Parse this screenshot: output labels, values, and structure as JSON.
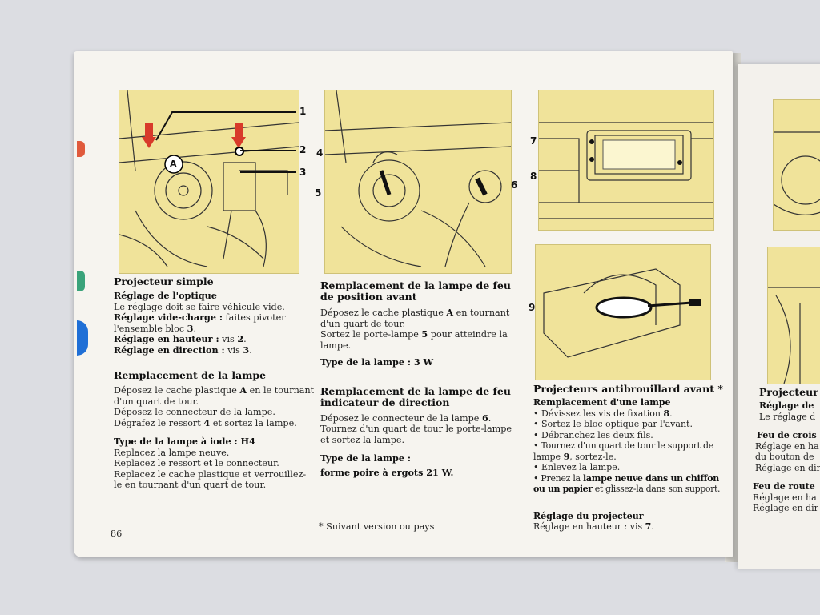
{
  "page_number": "86",
  "footnote": "* Suivant version ou pays",
  "fig1": {
    "callout_a": "A",
    "c1": "1",
    "c2": "2",
    "c3": "3"
  },
  "fig2": {
    "c4": "4",
    "c5": "5",
    "c6": "6"
  },
  "fig3": {
    "c7": "7",
    "c8": "8"
  },
  "fig4": {
    "c9": "9"
  },
  "col1": {
    "title": "Projecteur simple",
    "sub1": "Réglage de l'optique",
    "p1": "Le réglage doit se faire véhicule vide.",
    "p2_bold": "Réglage vide-charge :",
    "p2_rest": "faites pivoter",
    "p2_line2": "l'ensemble bloc",
    "p2_num": "3",
    "p3_bold": "Réglage en hauteur :",
    "p3_rest": "vis",
    "p3_num": "2",
    "p4_bold": "Réglage en direction :",
    "p4_rest": "vis",
    "p4_num": "3",
    "title2": "Remplacement de la lampe",
    "r1": "Déposez le cache plastique",
    "r1_a": "A",
    "r1_end": "en le tournant",
    "r2": "d'un quart de tour.",
    "r3": "Déposez le connecteur de la lampe.",
    "r4": "Dégrafez le ressort",
    "r4_num": "4",
    "r4_end": "et sortez la lampe.",
    "type_title": "Type de la lampe à iode : H4",
    "t1": "Replacez la lampe neuve.",
    "t2": "Replacez le ressort et le connecteur.",
    "t3": "Replacez le cache plastique et verrouillez-",
    "t4": "le en tournant d'un quart de tour."
  },
  "col2": {
    "title_l1": "Remplacement de la lampe de feu",
    "title_l2": "de position avant",
    "p1": "Déposez le cache plastique",
    "p1_a": "A",
    "p1_end": "en tournant",
    "p2": "d'un quart de tour.",
    "p3": "Sortez le porte-lampe",
    "p3_num": "5",
    "p3_end": "pour atteindre la",
    "p4": "lampe.",
    "type1": "Type de la lampe : 3 W",
    "title2_l1": "Remplacement de la lampe de feu",
    "title2_l2": "indicateur de direction",
    "q1": "Déposez le connecteur de la lampe",
    "q1_num": "6",
    "q2": "Tournez d'un quart de tour le porte-lampe",
    "q3": "et sortez la lampe.",
    "type2_l1": "Type de la lampe :",
    "type2_l2": "forme poire à ergots 21 W."
  },
  "col3": {
    "title": "Projecteurs antibrouillard avant *",
    "sub": "Remplacement d'une lampe",
    "b1": "• Dévissez les vis de fixation",
    "b1_num": "8",
    "b2": "• Sortez le bloc optique par l'avant.",
    "b3": "• Débranchez les deux fils.",
    "b4": "• Tournez d'un quart de tour le support de",
    "b4_l2": "lampe",
    "b4_num": "9",
    "b4_end": ", sortez-le.",
    "b5": "• Enlevez la lampe.",
    "b6": "• Prenez la",
    "b6_bold": "lampe neuve dans un chiffon",
    "b7_bold": "ou un papier",
    "b7_end": "et glissez-la dans son support.",
    "sub2": "Réglage du projecteur",
    "r1": "Réglage en hauteur : vis",
    "r1_num": "7"
  },
  "col4": {
    "title": "Projecteur",
    "sub": "Réglage de",
    "l1": "Le réglage d",
    "h2": "Feu de crois",
    "l2": "Réglage en ha",
    "l3": "du bouton de",
    "l4": "Réglage en dir",
    "h3": "Feu de route",
    "l5": "Réglage en ha",
    "l6": "Réglage en dir"
  }
}
